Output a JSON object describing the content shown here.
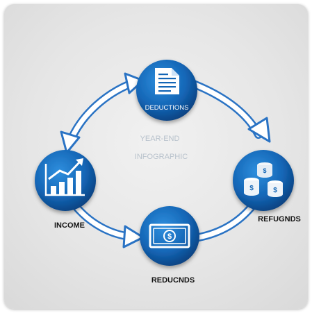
{
  "diagram": {
    "center_line1": "YEAR-END",
    "center_line2": "INFOGRAPHIC",
    "nodes": {
      "deductions": {
        "label": "DEDUCTIONS",
        "icon": "document-icon"
      },
      "refunds": {
        "label": "REFUGNDS",
        "icon": "coin-stacks-icon"
      },
      "reducnds": {
        "label": "REDUCNDS",
        "icon": "banknote-icon"
      },
      "income": {
        "label": "INCOME",
        "icon": "growth-chart-icon"
      }
    },
    "colors": {
      "node_dark": "#0b4f96",
      "node_light": "#1f82cf",
      "arrow_fill": "#ffffff",
      "arrow_stroke": "#2a73c4"
    }
  }
}
